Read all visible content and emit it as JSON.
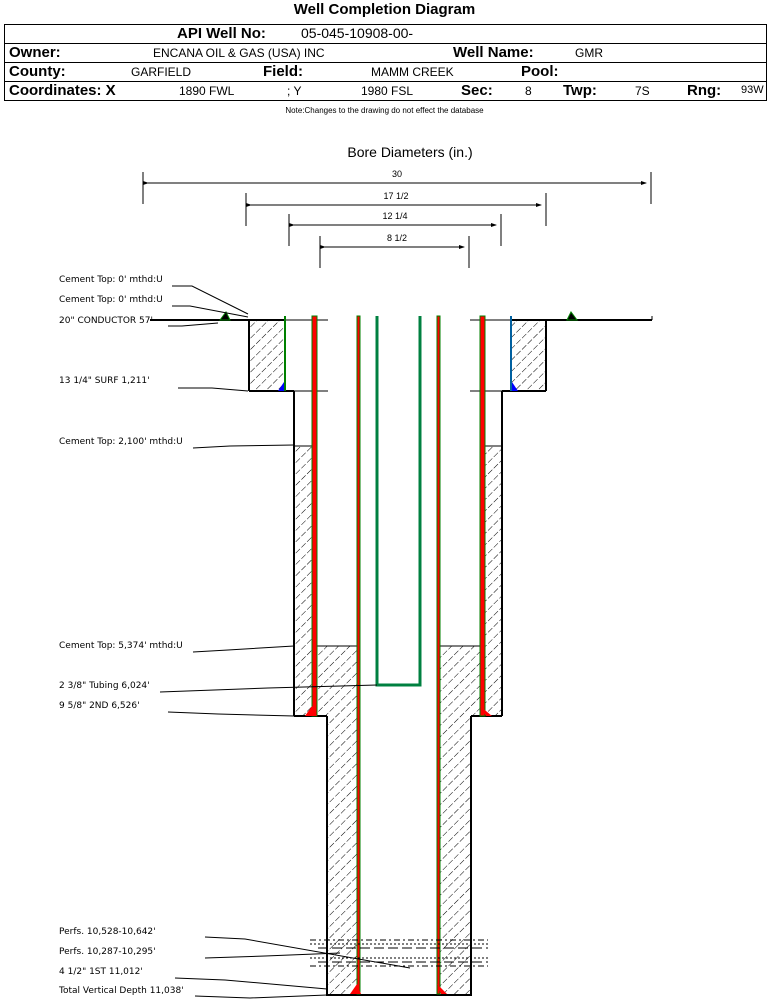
{
  "title": "Well Completion Diagram",
  "header": {
    "api_label": "API Well No:",
    "api_value": "05-045-10908-00-",
    "owner_label": "Owner:",
    "owner_value": "ENCANA OIL & GAS (USA) INC",
    "well_name_label": "Well Name:",
    "well_name_value": "GMR",
    "county_label": "County:",
    "county_value": "GARFIELD",
    "field_label": "Field:",
    "field_value": "MAMM CREEK",
    "pool_label": "Pool:",
    "pool_value": "",
    "coord_x_label": "Coordinates: X",
    "coord_x_value": "1890 FWL",
    "coord_y_label": "; Y",
    "coord_y_value": "1980 FSL",
    "sec_label": "Sec:",
    "sec_value": "8",
    "twp_label": "Twp:",
    "twp_value": "7S",
    "rng_label": "Rng:",
    "rng_value": "93W"
  },
  "note": "Note:Changes to the drawing do not effect the database",
  "bore_diameters": {
    "title": "Bore Diameters (in.)",
    "values": [
      "30",
      "17 1/2",
      "12 1/4",
      "8 1/2"
    ]
  },
  "labels": {
    "cement_top_1": "Cement Top: 0' mthd:U",
    "cement_top_2": "Cement Top: 0' mthd:U",
    "conductor": "20\" CONDUCTOR 57'",
    "surface": "13 1/4\" SURF      1,211'",
    "cement_top_3": "Cement Top: 2,100' mthd:U",
    "cement_top_4": "Cement Top: 5,374' mthd:U",
    "tubing": "2 3/8\" Tubing 6,024'",
    "intermediate": "9 5/8\" 2ND       6,526'",
    "perfs_1": "Perfs. 10,528-10,642'",
    "perfs_2": "Perfs. 10,287-10,295'",
    "production": "4 1/2\" 1ST       11,012'",
    "tvd": "Total Vertical Depth 11,038'"
  },
  "colors": {
    "casing_red": "#ff0000",
    "casing_edge_green": "#008000",
    "tubing_teal": "#008040",
    "shoe_blue": "#0000ff",
    "line_black": "#000000"
  }
}
